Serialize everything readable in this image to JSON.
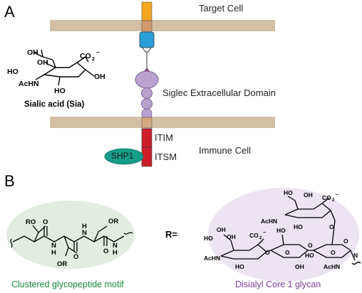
{
  "panel_a": {
    "letter": "A",
    "target_cell_label": "Target Cell",
    "siglec_domain_label": "Siglec Extracellular Domain",
    "itim_label": "ITIM",
    "itsm_label": "ITSM",
    "immune_cell_label": "Immune Cell",
    "shp1_label": "SHP1",
    "sialic_acid": {
      "caption": "Sialic acid (Sia)",
      "groups": [
        "OH",
        "HO",
        "OH",
        "CO",
        "2",
        "−",
        "OH",
        "AcHN",
        "HO"
      ]
    }
  },
  "panel_b": {
    "letter": "B",
    "glycopeptide": {
      "caption": "Clustered glycopeptide motif",
      "groups": [
        "RO",
        "N",
        "H",
        "O",
        "N",
        "H",
        "O",
        "O",
        "N",
        "H",
        "OR",
        "OR",
        "O"
      ]
    },
    "r_equals": "R=",
    "glycan": {
      "caption": "Disialyl Core 1 glycan",
      "groups": [
        "HO",
        "OH",
        "CO",
        "2",
        "−",
        "AcHN",
        "HO",
        "O",
        "OH",
        "HO",
        "OH",
        "CO",
        "2",
        "−",
        "O",
        "HO",
        "O",
        "O",
        "O",
        "AcHN",
        "HO",
        "OH",
        "O",
        "AcHN",
        "N",
        "HO"
      ]
    }
  },
  "colors": {
    "membrane": "#d2bfa5",
    "target_receptor_top": "#f3a61f",
    "target_receptor_mid": "#d09a6d",
    "target_receptor_blue": "#2a9fd8",
    "sialic_diamond": "#a33a82",
    "siglec_domain": "#b9a2cf",
    "siglec_domain_stroke": "#7b6196",
    "tm_segment": "#d4a880",
    "itim_itsm": "#cc1f2b",
    "shp1": "#169c8a",
    "glycopeptide_bg": "#e2ece1",
    "glycopeptide_caption": "#1b8a3d",
    "glycan_bg": "#ece4f1",
    "glycan_caption": "#7b3f99"
  }
}
